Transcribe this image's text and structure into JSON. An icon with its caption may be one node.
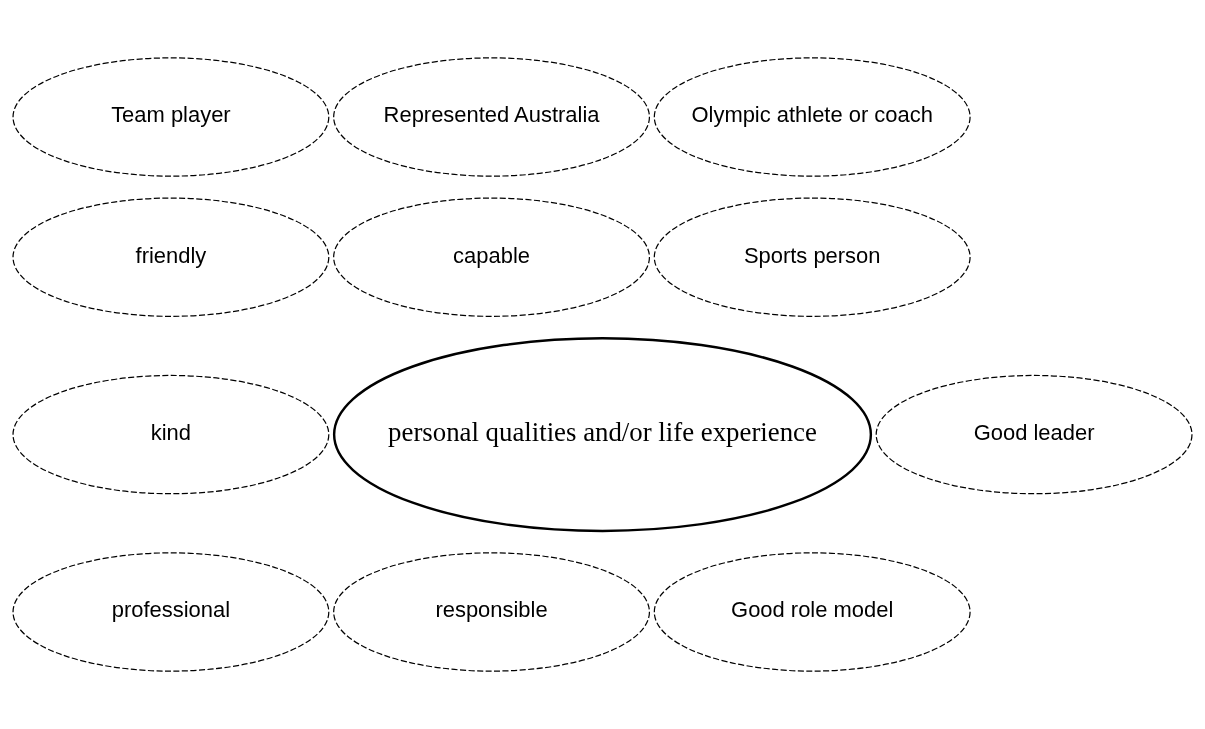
{
  "diagram": {
    "nodes": [
      {
        "text": [
          "Team player"
        ]
      },
      {
        "text": [
          "Represented Australia"
        ]
      },
      {
        "text": [
          "Olympic athlete or coach"
        ]
      },
      {
        "text": [
          "friendly"
        ]
      },
      {
        "text": [
          "capable"
        ]
      },
      {
        "text": [
          "Sports person"
        ]
      },
      {
        "text": [
          "personal qualities and/or life experience"
        ]
      },
      {
        "text": [
          "kind"
        ]
      },
      {
        "text": [
          "Good leader"
        ]
      },
      {
        "text": [
          "professional"
        ]
      },
      {
        "text": [
          "responsible"
        ]
      },
      {
        "text": [
          "Good role model"
        ]
      }
    ]
  }
}
